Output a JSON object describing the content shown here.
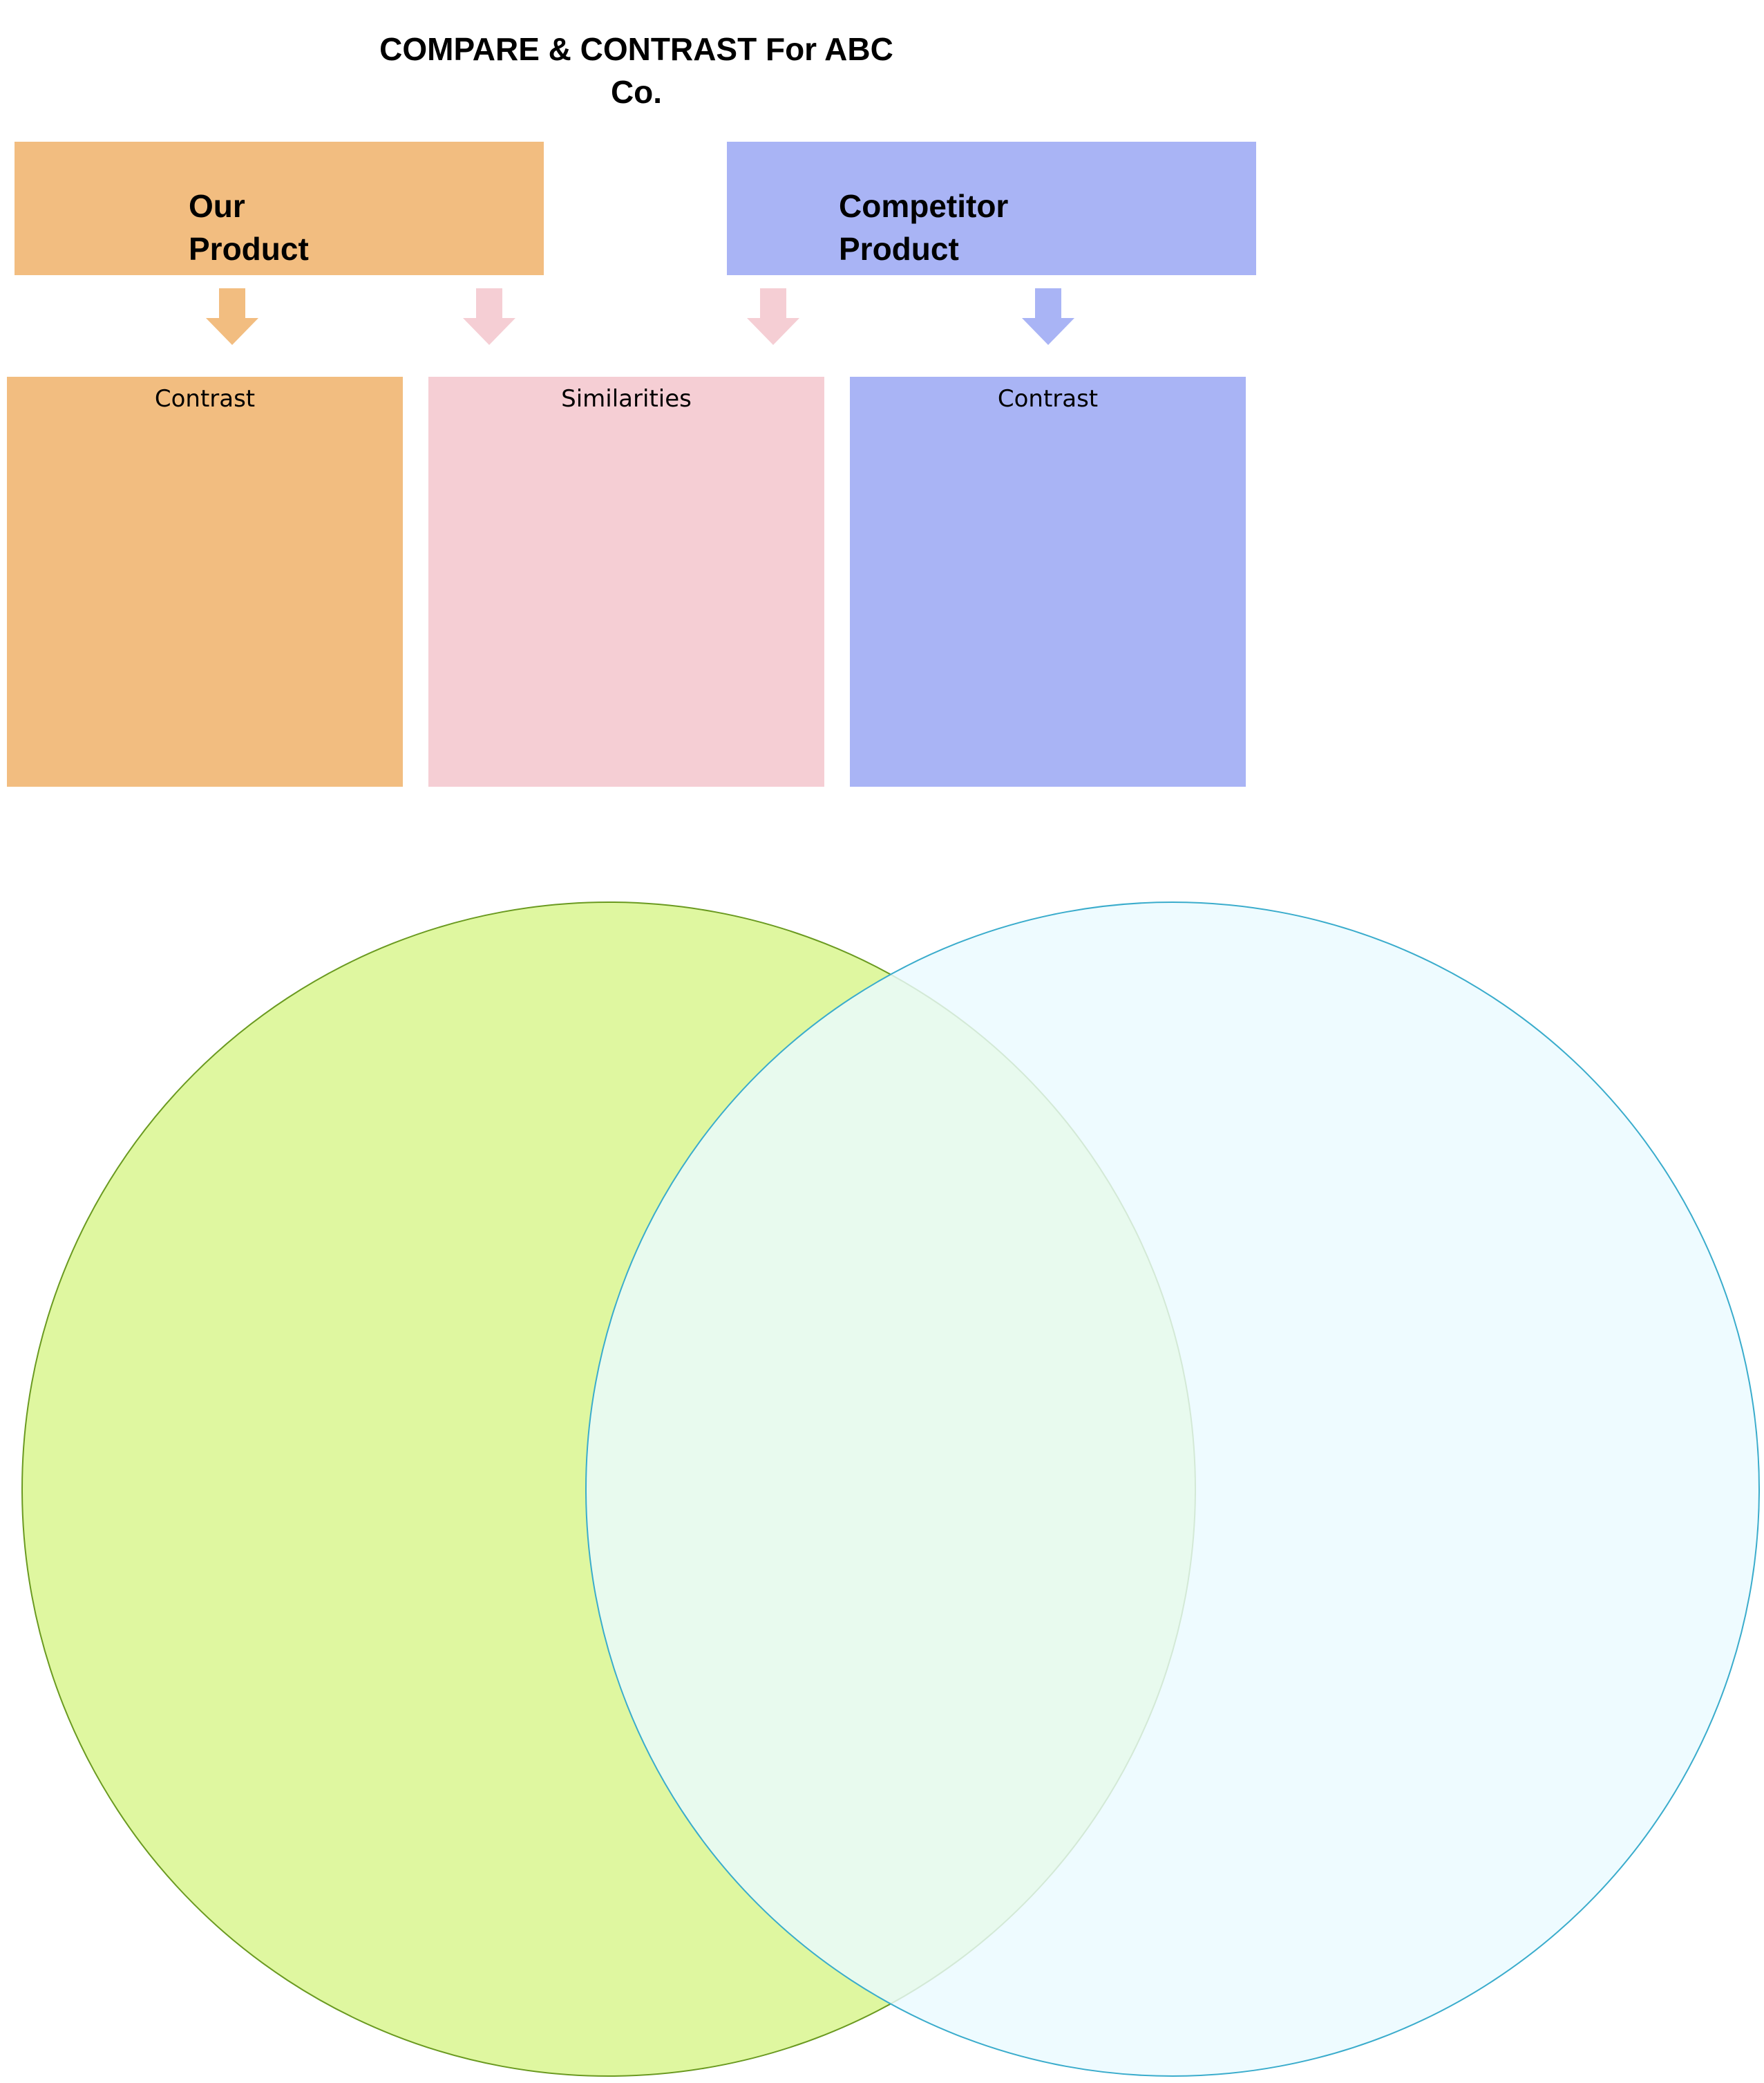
{
  "title_line1": "COMPARE  & CONTRAST  For ABC",
  "title_line2": "Co.",
  "headers": [
    {
      "line1": "Our",
      "line2": "Product",
      "color": "#f2bd80"
    },
    {
      "line1": "Competitor",
      "line2": "Product",
      "color": "#a9b4f5"
    }
  ],
  "columns": [
    {
      "label": "Contrast",
      "color": "#f2bd80"
    },
    {
      "label": "Similarities",
      "color": "#f5ced4"
    },
    {
      "label": "Contrast",
      "color": "#a9b4f5"
    }
  ],
  "venn": {
    "left_fill": "#dff7a0",
    "left_stroke": "#6a9a20",
    "right_fill": "#eafaff",
    "right_stroke": "#3aaccc"
  }
}
